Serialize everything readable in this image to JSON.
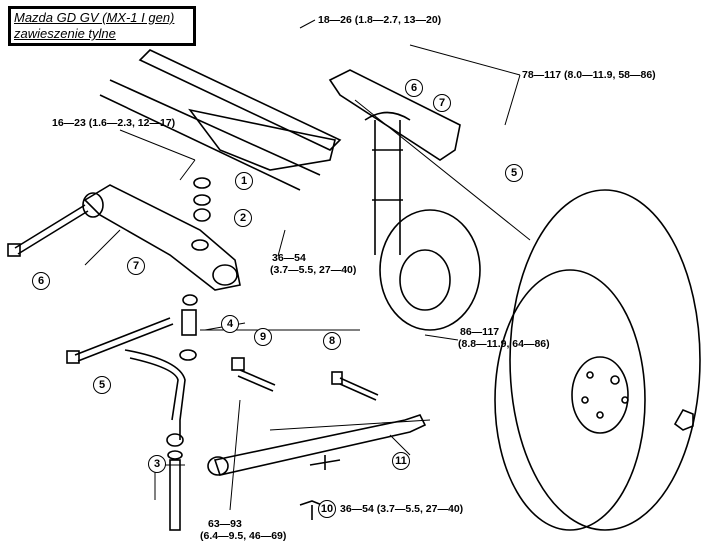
{
  "title": {
    "line1": "Mazda GD GV (MX-1 I gen)",
    "line2": "zawieszenie tylne"
  },
  "torque_labels": {
    "top_bolt": "18—26 (1.8—2.7, 13—20)",
    "upper_link": "78—117 (8.0—11.9, 58—86)",
    "bushing": "16—23 (1.6—2.3, 12—17)",
    "crossmember_a": "36—54",
    "crossmember_b": "(3.7—5.5, 27—40)",
    "knuckle_a": "86—117",
    "knuckle_b": "(8.8—11.9, 64—86)",
    "lower_a": "63—93",
    "lower_b": "(6.4—9.5, 46—69)",
    "bottom_bolt": "36—54 (3.7—5.5, 27—40)"
  },
  "callouts": [
    "1",
    "2",
    "3",
    "4",
    "5",
    "6",
    "7",
    "8",
    "9",
    "10",
    "11",
    "6",
    "7",
    "5"
  ]
}
